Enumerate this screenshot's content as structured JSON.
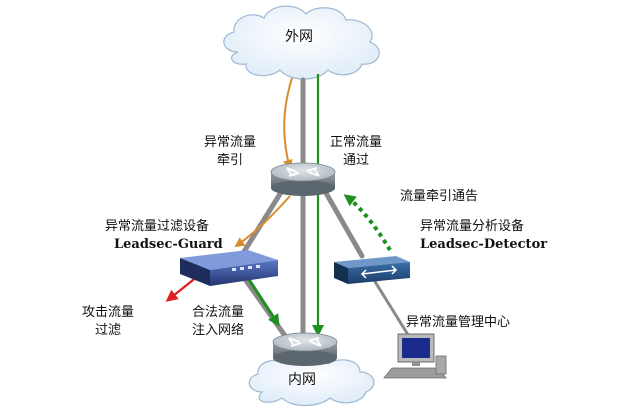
{
  "clouds": {
    "external": "外网",
    "internal": "内网"
  },
  "labels": {
    "abnormal_traction": [
      "异常流量",
      "牵引"
    ],
    "normal_pass": [
      "正常流量",
      "通过"
    ],
    "traction_notice": "流量牵引通告",
    "filter_device": "异常流量过滤设备",
    "filter_product": "Leadsec-Guard",
    "analysis_device": "异常流量分析设备",
    "analysis_product": "Leadsec-Detector",
    "attack_filter": [
      "攻击流量",
      "过滤"
    ],
    "legit_inject": [
      "合法流量",
      "注入网络"
    ],
    "mgmt_center": "异常流量管理中心"
  },
  "icons": {
    "router_top": "router-icon",
    "router_bottom": "router-icon",
    "guard": "filter-appliance-icon",
    "detector": "switch-icon",
    "pc": "computer-icon"
  },
  "colors": {
    "orange": "#d98c2b",
    "green": "#1f8f1f",
    "red": "#e02020",
    "gray_link": "#8a8a8a",
    "cloud_fill": "#eaf3fb",
    "cloud_stroke": "#9fb9d3"
  }
}
